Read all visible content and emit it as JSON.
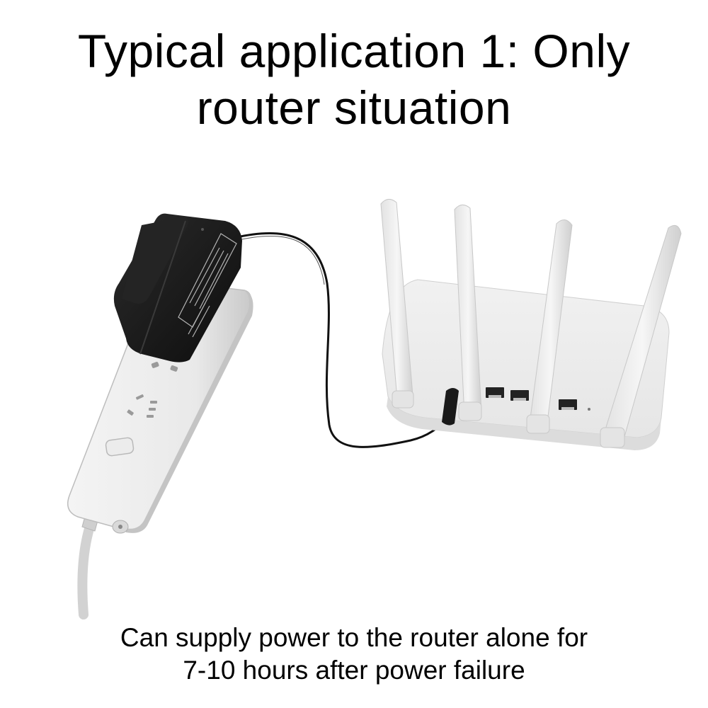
{
  "title": {
    "line1": "Typical application 1: Only",
    "line2": "router situation"
  },
  "caption": {
    "line1": "Can supply power to the router alone for",
    "line2": "7-10 hours after power failure"
  },
  "scene": {
    "devices": [
      {
        "name": "UPS power adapter",
        "color": "#1a1a1a"
      },
      {
        "name": "Power strip",
        "color": "#eeeeee"
      },
      {
        "name": "Wi-Fi router",
        "color": "#ececec",
        "antennas": 4,
        "ethernet_ports": 3
      }
    ],
    "colors": {
      "background": "#ffffff",
      "adapter": "#1a1a1a",
      "strip": "#eeeeee",
      "router": "#ececec",
      "cable": "#111111"
    }
  }
}
